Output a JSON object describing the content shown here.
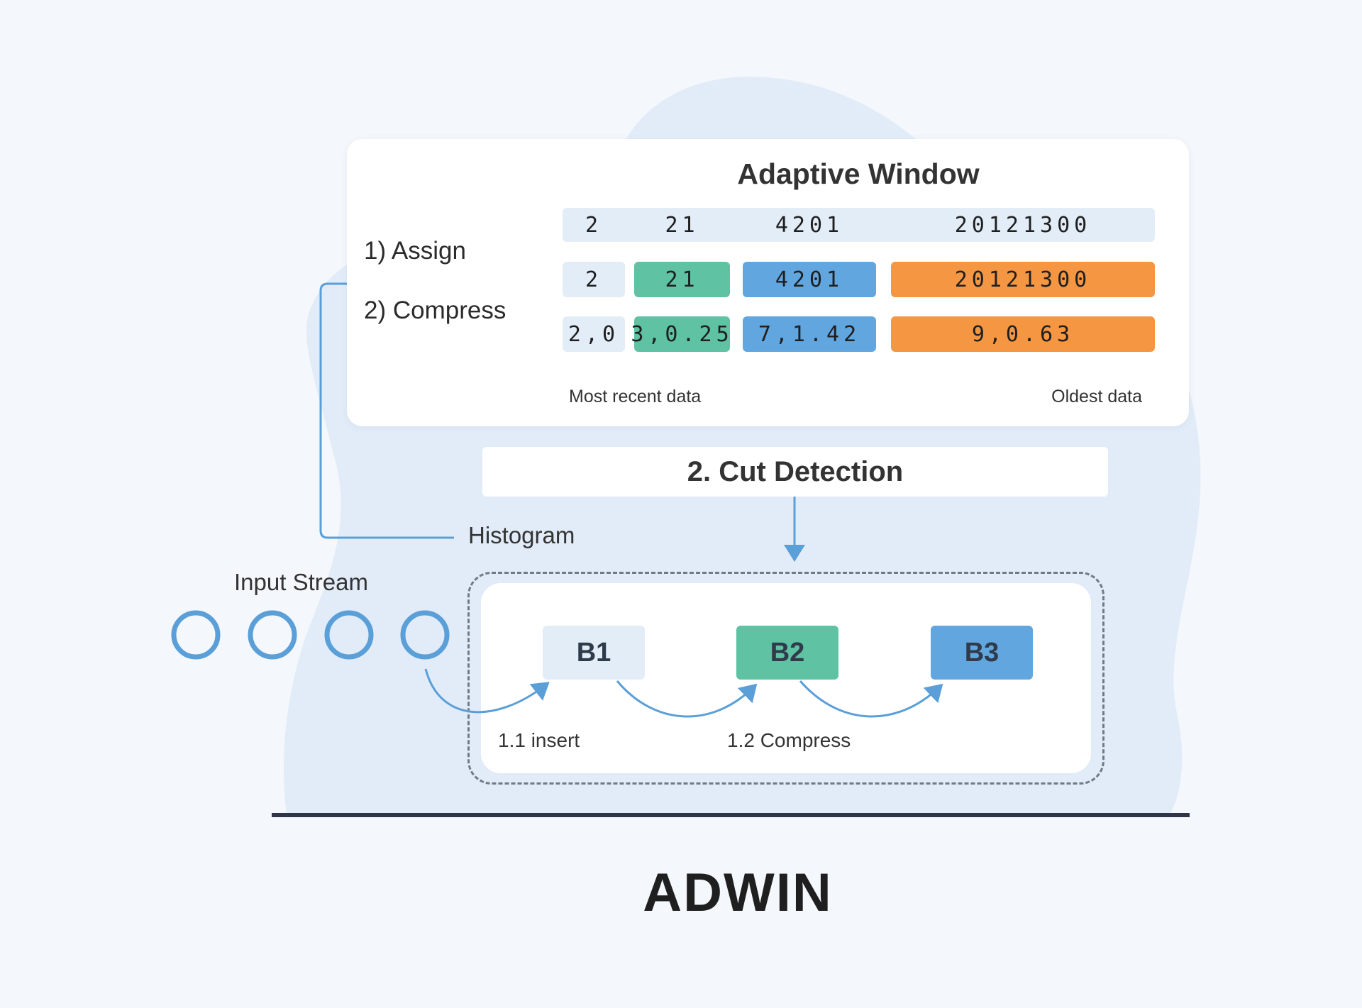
{
  "title": "ADWIN",
  "adaptive_window": {
    "title": "Adaptive Window",
    "steps": [
      "1) Assign",
      "2) Compress"
    ],
    "header_row": [
      "2",
      "21",
      "4201",
      "20121300"
    ],
    "assign_row": [
      "2",
      "21",
      "4201",
      "20121300"
    ],
    "compress_row": [
      "2,0",
      "3,0.25",
      "7,1.42",
      "9,0.63"
    ],
    "axis": {
      "left_label": "Most recent data",
      "right_label": "Oldest data"
    }
  },
  "cut_detection": {
    "label": "2. Cut Detection"
  },
  "histogram": {
    "label": "Histogram"
  },
  "input_stream": {
    "label": "Input Stream",
    "circle_count": 4
  },
  "buckets": {
    "items": [
      "B1",
      "B2",
      "B3"
    ],
    "insert_label": "1.1 insert",
    "compress_label": "1.2 Compress"
  },
  "colors": {
    "accent": "#5a9fd8",
    "green": "#5ec2a3",
    "blue": "#62a6df",
    "orange": "#f49642",
    "pale": "#e3edf8",
    "background_blob": "#e2ecf8"
  }
}
